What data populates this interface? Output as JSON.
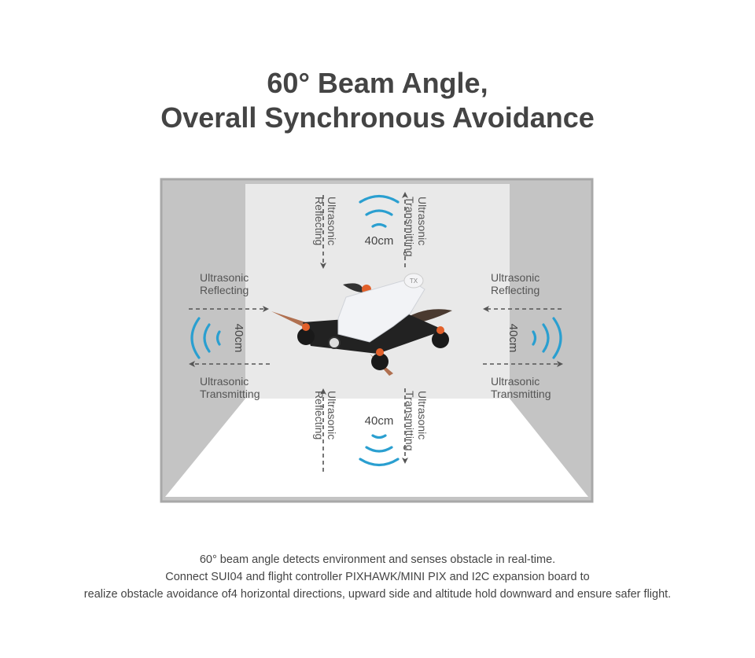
{
  "title": {
    "line1": "60° Beam Angle,",
    "line2": "Overall Synchronous Avoidance"
  },
  "diagram": {
    "top": {
      "reflecting": [
        "Ultrasonic",
        "Reflecting"
      ],
      "transmitting": [
        "Ultrasonic",
        "Transmitting"
      ],
      "distance": "40cm"
    },
    "left": {
      "reflecting": [
        "Ultrasonic",
        "Reflecting"
      ],
      "transmitting": [
        "Ultrasonic",
        "Transmitting"
      ],
      "distance": "40cm"
    },
    "right": {
      "reflecting": [
        "Ultrasonic",
        "Reflecting"
      ],
      "transmitting": [
        "Ultrasonic",
        "Transmitting"
      ],
      "distance": "40cm"
    },
    "bottom": {
      "reflecting": [
        "Ultrasonic",
        "Reflecting"
      ],
      "transmitting": [
        "Ultrasonic",
        "Transmitting"
      ],
      "distance": "40cm"
    },
    "sensor_label": "TX",
    "wave_color": "#2a9fd0"
  },
  "description": [
    "60° beam angle detects environment and senses obstacle in real-time.",
    "Connect SUI04 and flight controller PIXHAWK/MINI PIX and I2C expansion board to",
    "realize obstacle avoidance of4 horizontal directions, upward side and altitude hold downward and ensure safer flight."
  ]
}
